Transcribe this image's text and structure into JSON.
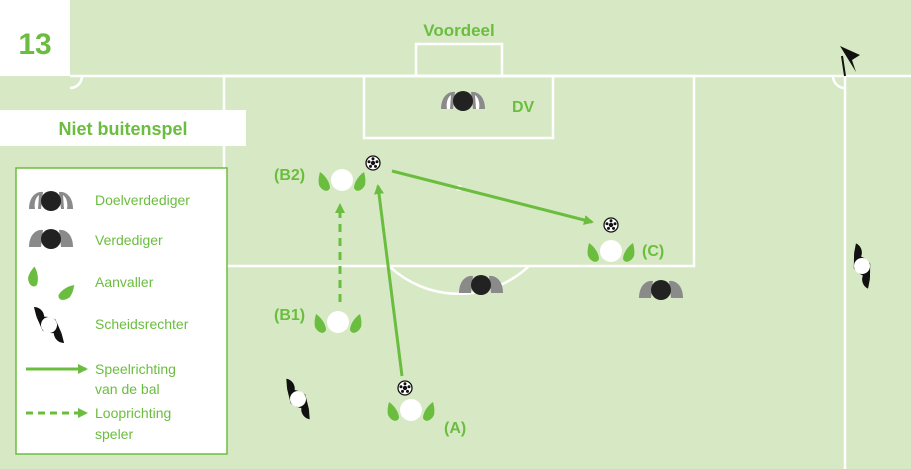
{
  "scene_number": "13",
  "goal_label": "Voordeel",
  "title": "Niet buitenspel",
  "player_labels": {
    "goalkeeper": "DV",
    "b2": "(B2)",
    "b1": "(B1)",
    "a": "(A)",
    "c": "(C)"
  },
  "legend": {
    "goalkeeper": "Doelverdediger",
    "defender": "Verdediger",
    "attacker": "Aanvaller",
    "referee": "Scheidsrechter",
    "ball_line1": "Speelrichting",
    "ball_line2": "van de bal",
    "run_line1": "Looprichting",
    "run_line2": "speler"
  },
  "colors": {
    "pitch": "#d7e9c4",
    "accent_green": "#6bbd3f",
    "line_white": "#ffffff",
    "defender_dark": "#222222",
    "defender_grey": "#8a8a8a"
  },
  "icons": [
    "corner-flag-icon",
    "ball-icon",
    "goalkeeper-icon",
    "defender-icon",
    "attacker-icon",
    "referee-icon"
  ]
}
